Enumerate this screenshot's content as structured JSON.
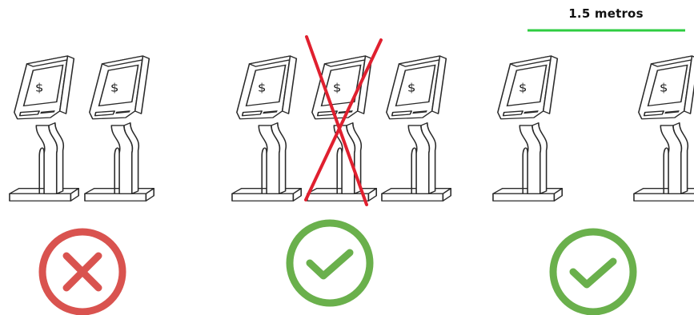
{
  "distance_label": "1.5 metros",
  "kiosk": {
    "symbol": "$",
    "icon": "payment-kiosk-icon"
  },
  "scenarios": [
    {
      "id": "two-kiosks-together",
      "kiosks": 2,
      "crossed_out_kiosks": 0,
      "verdict": "incorrect",
      "verdict_icon": "x-circle-icon"
    },
    {
      "id": "middle-kiosk-disabled",
      "kiosks": 3,
      "crossed_out_kiosks": 1,
      "verdict": "correct",
      "verdict_icon": "check-circle-icon"
    },
    {
      "id": "kiosks-distanced",
      "kiosks": 2,
      "crossed_out_kiosks": 0,
      "verdict": "correct",
      "verdict_icon": "check-circle-icon"
    }
  ],
  "colors": {
    "incorrect": "#d9534f",
    "correct": "#6ab04c",
    "distance_line": "#2ecc40",
    "cross_mark": "#e0202f"
  }
}
